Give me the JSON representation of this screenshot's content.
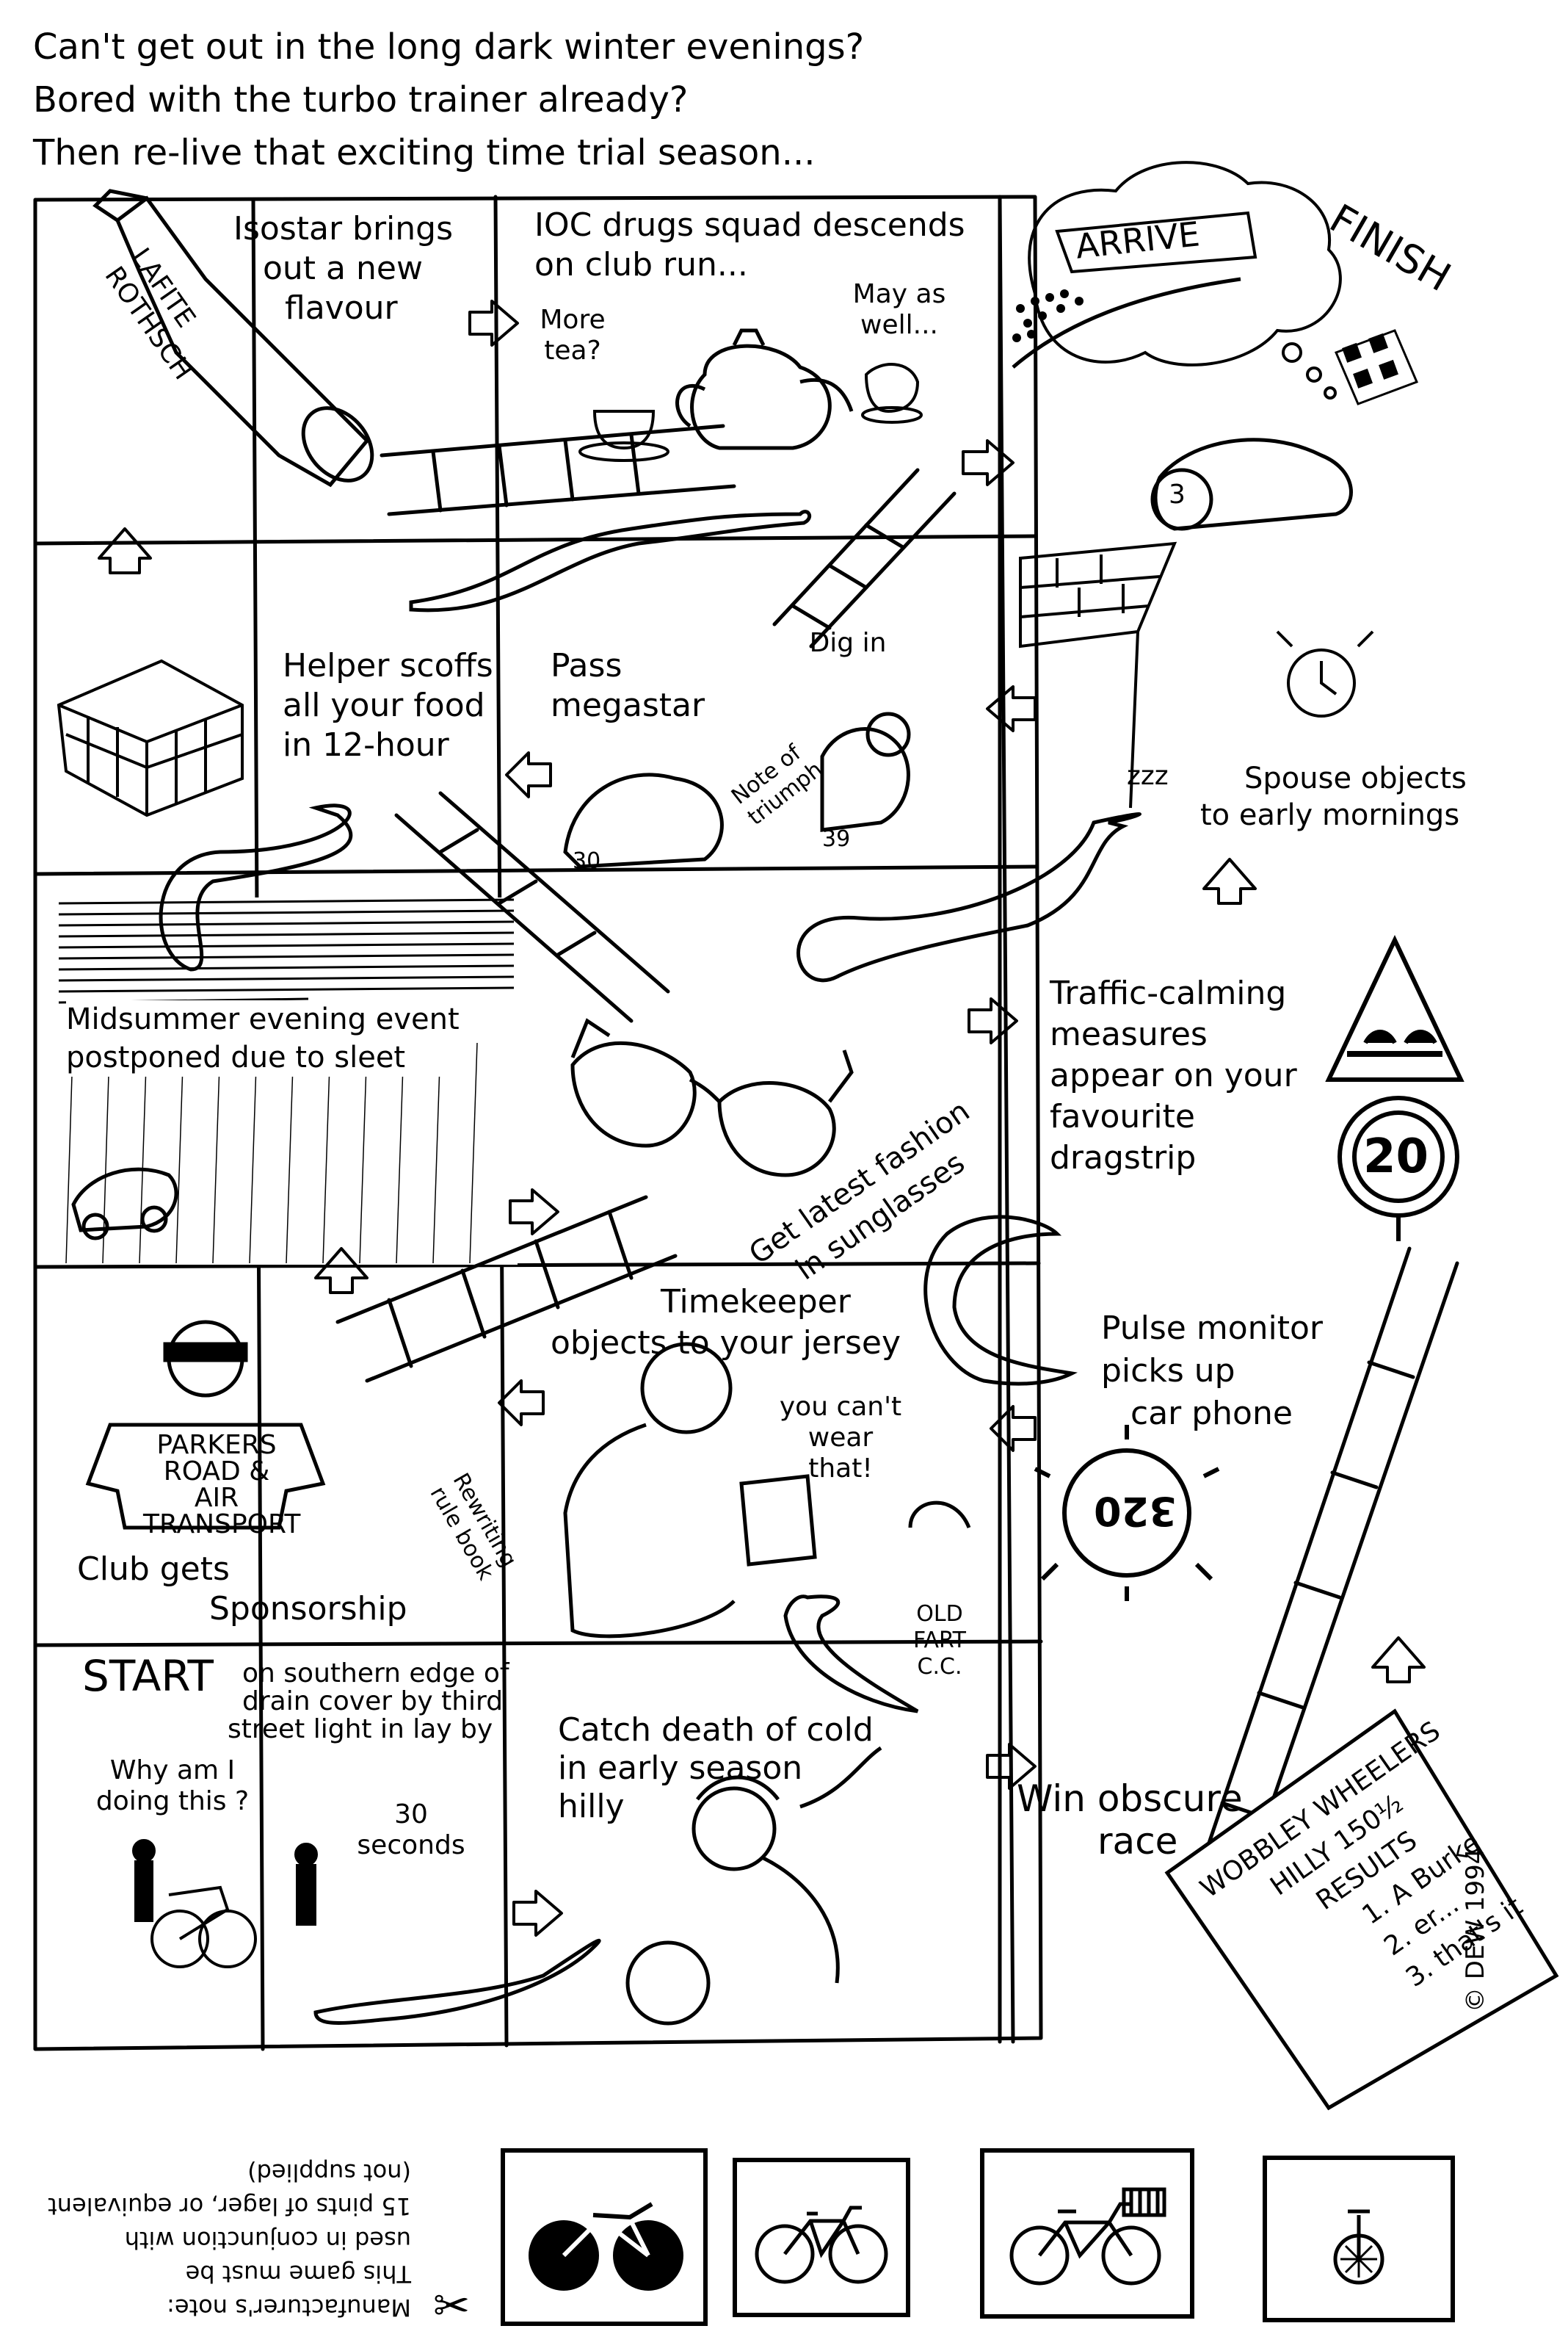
{
  "intro": {
    "line1": "Can't get out in the long dark winter evenings?",
    "line2": "Bored with the turbo trainer already?",
    "line3": "Then re-live that exciting time trial season..."
  },
  "squares": {
    "isostar": {
      "text_1": "Isostar brings",
      "text_2": "out a new",
      "text_3": "flavour",
      "bottle_label_1": "LAFITE",
      "bottle_label_2": "ROTHSCH"
    },
    "ioc": {
      "text_1": "IOC drugs squad descends",
      "text_2": "on club run...",
      "bubble_1_line1": "More",
      "bubble_1_line2": "tea?",
      "bubble_2_line1": "May as",
      "bubble_2_line2": "well..."
    },
    "finish": {
      "sign": "ARRIVE",
      "label": "FINISH",
      "rider_number": "3"
    },
    "helper": {
      "text_1": "Helper scoffs",
      "text_2": "all your food",
      "text_3": "in 12-hour"
    },
    "megastar": {
      "text_1": "Pass",
      "text_2": "megastar",
      "bubble": "Dig in",
      "note_1": "Note of",
      "note_2": "triumph",
      "number_a": "30",
      "number_b": "39"
    },
    "spouse": {
      "text_1": "Spouse objects",
      "text_2": "to early mornings",
      "zzz": "zzz"
    },
    "midsummer": {
      "text_1": "Midsummer evening event",
      "text_2": "postponed due to sleet"
    },
    "sunglasses": {
      "text_1": "Get latest fashion",
      "text_2": "in sunglasses"
    },
    "traffic": {
      "text_1": "Traffic-calming",
      "text_2": "measures",
      "text_3": "appear on your",
      "text_4": "favourite",
      "text_5": "dragstrip",
      "sign_number": "20"
    },
    "sponsorship": {
      "text_1": "Club gets",
      "text_2": "Sponsorship",
      "jersey_1": "PARKERS",
      "jersey_2": "ROAD &",
      "jersey_3": "AIR",
      "jersey_4": "TRANSPORT"
    },
    "timekeeper": {
      "text_1": "Timekeeper",
      "text_2": "objects to your jersey",
      "bubble_1": "you can't",
      "bubble_2": "wear",
      "bubble_3": "that!",
      "rewrite_1": "Rewriting",
      "rewrite_2": "rule book",
      "old_1": "OLD",
      "old_2": "FART",
      "old_3": "C.C."
    },
    "pulse": {
      "text_1": "Pulse monitor",
      "text_2": "picks up",
      "text_3": "car phone",
      "display": "320"
    },
    "start": {
      "title": "START",
      "text_1": "on southern edge of",
      "text_2": "drain cover by third",
      "text_3": "street light in lay by",
      "bubble_1_line1": "Why am I",
      "bubble_1_line2": "doing this ?",
      "bubble_2_line1": "30",
      "bubble_2_line2": "seconds"
    },
    "cold": {
      "text_1": "Catch death of cold",
      "text_2": "in early season",
      "text_3": "hilly"
    },
    "obscure": {
      "text_1": "Win obscure",
      "text_2": "race",
      "results_1": "WOBBLEY WHEELERS",
      "results_2": "HILLY 150½",
      "results_3": "RESULTS",
      "results_4": "1. A Burke",
      "results_5": "2. er...",
      "results_6": "3. that's it"
    }
  },
  "copyright": "© DEW 1994",
  "manufacturer": {
    "line1": "Manufacturer's note:",
    "line2": "This game must be",
    "line3": "used in conjunction with",
    "line4": "15 pints of lager, or equivalent",
    "line5": "(not supplied)"
  },
  "tokens": [
    {
      "name": "bike-token-1",
      "icon": "time-trial-bike-icon"
    },
    {
      "name": "bike-token-2",
      "icon": "road-bike-icon"
    },
    {
      "name": "bike-token-3",
      "icon": "shopping-bike-icon"
    },
    {
      "name": "bike-token-4",
      "icon": "unicycle-icon"
    }
  ],
  "colors": {
    "ink": "#000000",
    "paper": "#ffffff"
  }
}
